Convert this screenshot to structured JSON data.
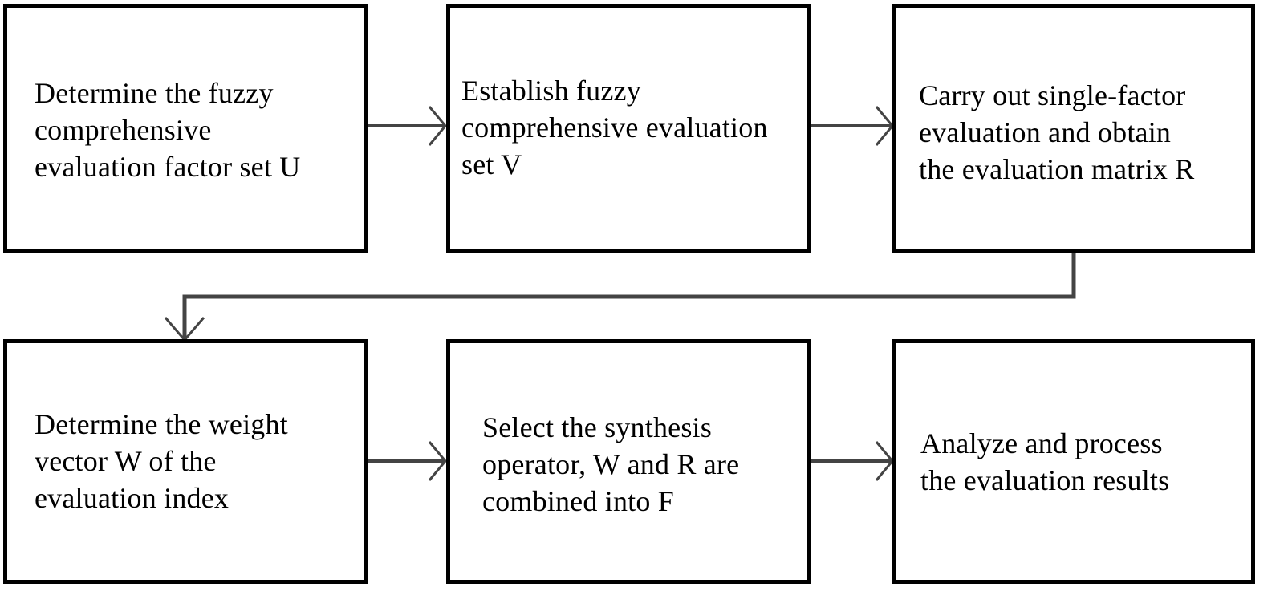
{
  "diagram": {
    "boxes": [
      {
        "id": "step-1",
        "text": "Determine the fuzzy\ncomprehensive\nevaluation factor set U"
      },
      {
        "id": "step-2",
        "text": "Establish fuzzy\ncomprehensive evaluation\n set V"
      },
      {
        "id": "step-3",
        "text": "Carry out single-factor\nevaluation and obtain\nthe evaluation matrix R"
      },
      {
        "id": "step-4",
        "text": "Determine the weight\nvector W of the\nevaluation index"
      },
      {
        "id": "step-5",
        "text": "Select the synthesis\noperator, W and R are\ncombined into F"
      },
      {
        "id": "step-6",
        "text": "Analyze and process\nthe evaluation results"
      }
    ],
    "connections": [
      {
        "from": "step-1",
        "to": "step-2"
      },
      {
        "from": "step-2",
        "to": "step-3"
      },
      {
        "from": "step-3",
        "to": "step-4"
      },
      {
        "from": "step-4",
        "to": "step-5"
      },
      {
        "from": "step-5",
        "to": "step-6"
      }
    ],
    "colors": {
      "stroke": "#000000",
      "connector": "#3a3a3a",
      "background": "#ffffff"
    }
  }
}
